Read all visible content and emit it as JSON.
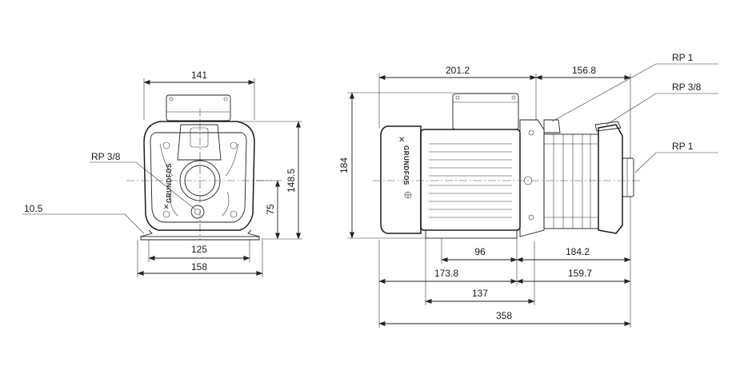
{
  "front_view": {
    "dim_width_top": "141",
    "dim_height_total": "148.5",
    "dim_shaft_height": "75",
    "dim_foot_inner": "125",
    "dim_foot_outer": "158",
    "dim_foot_thickness": "10.5",
    "label_drain_port": "RP 3/8"
  },
  "side_view": {
    "dim_motor_length": "201.2",
    "dim_pump_length": "156.8",
    "dim_height": "184",
    "dim_base_mid": "96",
    "dim_right_to_inlet": "184.2",
    "dim_left_to_base": "173.8",
    "dim_right_to_base": "159.7",
    "dim_base_width": "137",
    "dim_overall_length": "358",
    "label_outlet": "RP 1",
    "label_vent": "RP 3/8",
    "label_inlet": "RP 1",
    "brand": "GRUNDFOS"
  }
}
